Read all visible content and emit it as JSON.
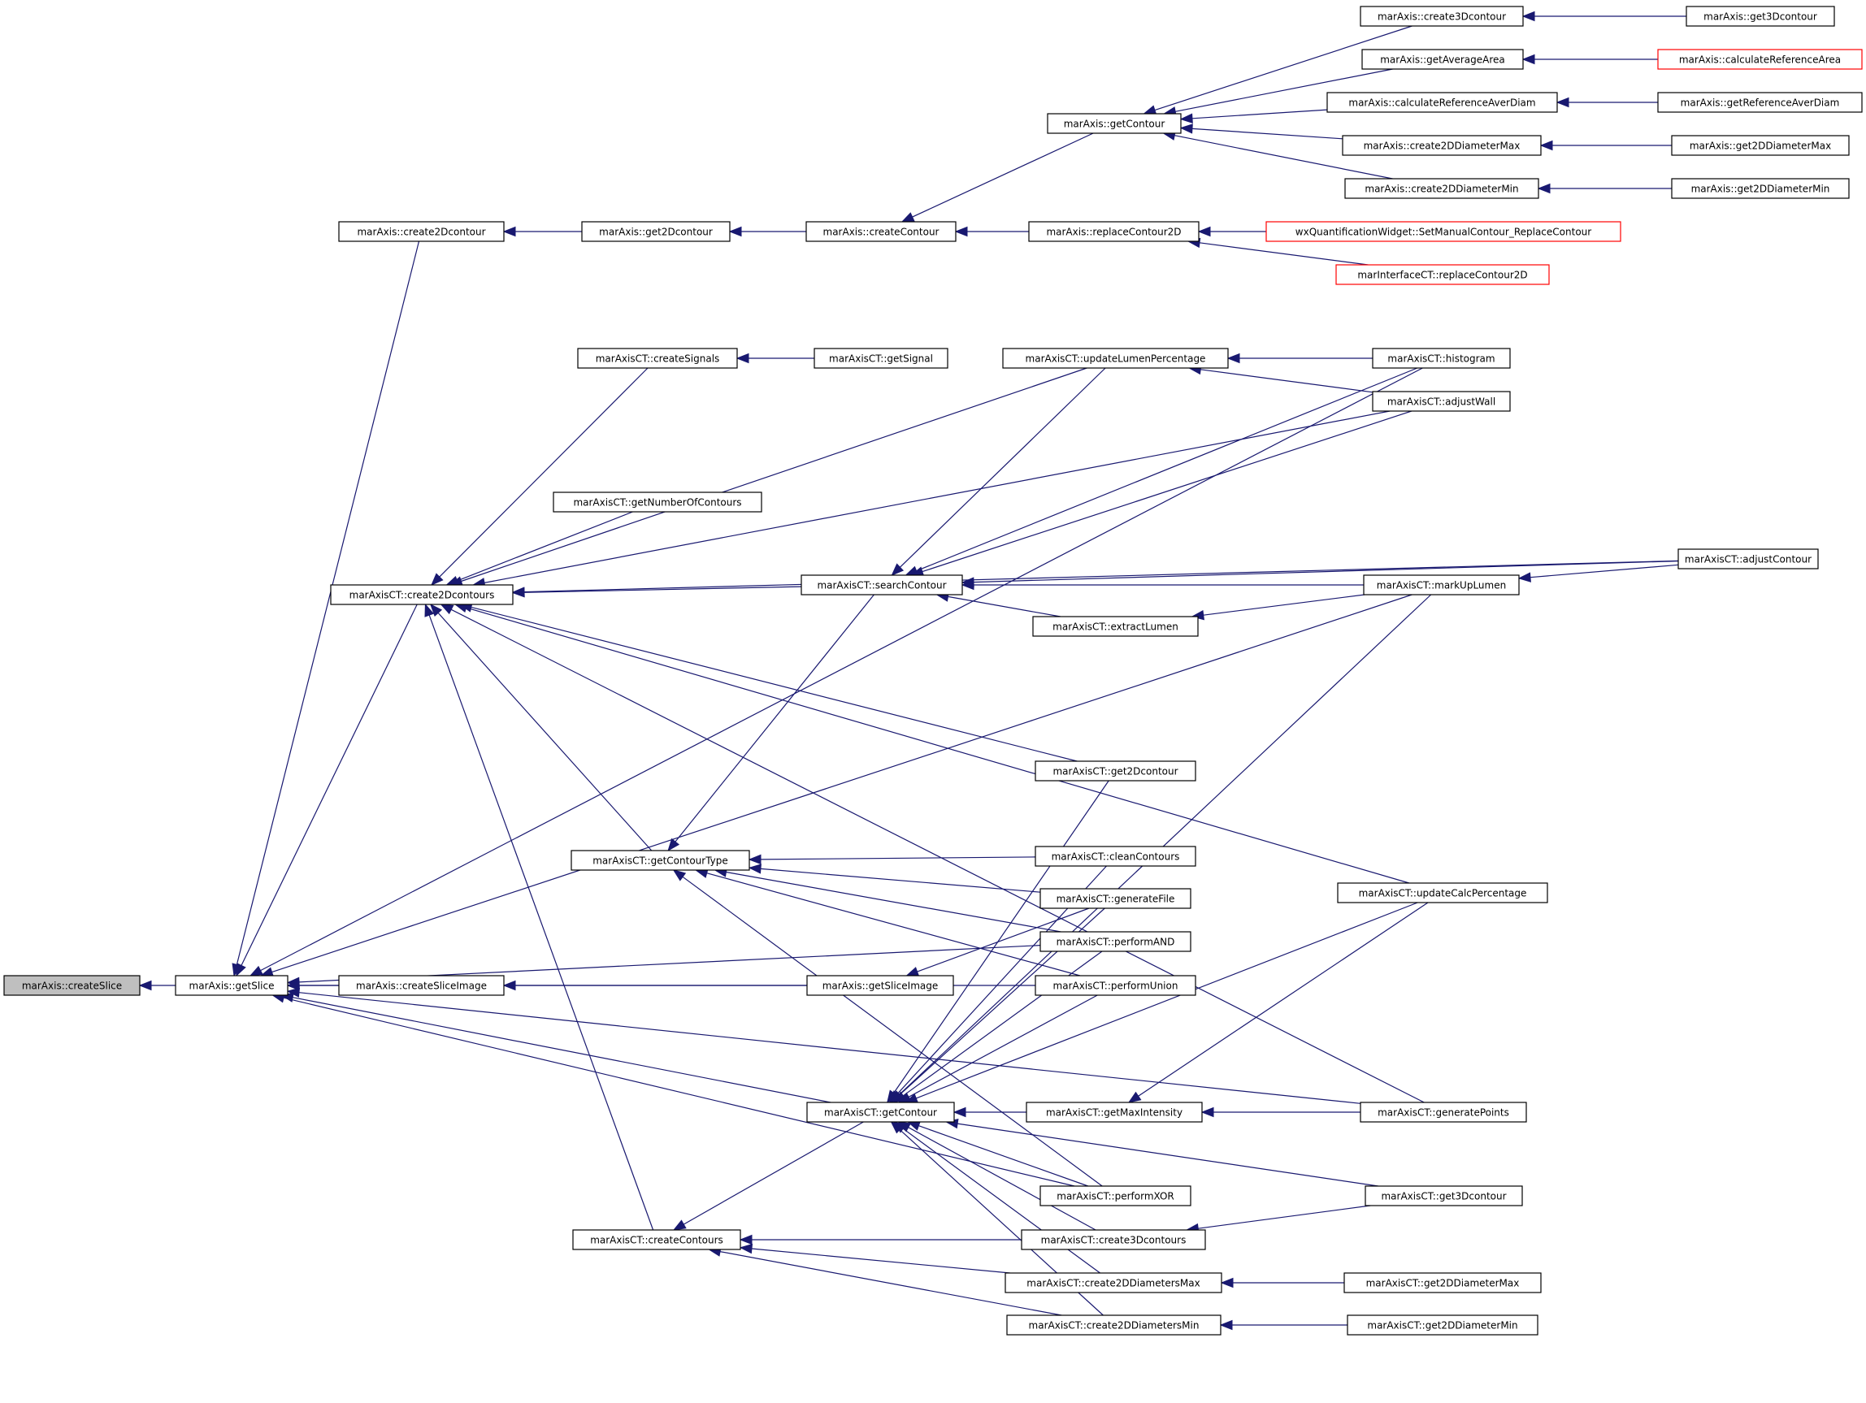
{
  "graph": {
    "colors": {
      "edge": "#191970",
      "root_fill": "#bfbfbf",
      "truncated_border": "#ff0000",
      "node_border": "#000000"
    },
    "nodes": [
      {
        "id": "createSlice",
        "label": "marAxis::createSlice",
        "root": true
      },
      {
        "id": "getSlice",
        "label": "marAxis::getSlice"
      },
      {
        "id": "create2Dcontour",
        "label": "marAxis::create2Dcontour"
      },
      {
        "id": "get2Dcontour",
        "label": "marAxis::get2Dcontour"
      },
      {
        "id": "createContour",
        "label": "marAxis::createContour"
      },
      {
        "id": "getContourA",
        "label": "marAxis::getContour"
      },
      {
        "id": "replaceContour2D",
        "label": "marAxis::replaceContour2D"
      },
      {
        "id": "create3Dcontour",
        "label": "marAxis::create3Dcontour"
      },
      {
        "id": "get3DcontourA",
        "label": "marAxis::get3Dcontour"
      },
      {
        "id": "getAverageArea",
        "label": "marAxis::getAverageArea"
      },
      {
        "id": "calculateReferenceArea",
        "label": "marAxis::calculateReferenceArea",
        "truncated": true
      },
      {
        "id": "calculateReferenceAverDiam",
        "label": "marAxis::calculateReferenceAverDiam"
      },
      {
        "id": "getReferenceAverDiam",
        "label": "marAxis::getReferenceAverDiam"
      },
      {
        "id": "create2DDiameterMax",
        "label": "marAxis::create2DDiameterMax"
      },
      {
        "id": "get2DDiameterMaxA",
        "label": "marAxis::get2DDiameterMax"
      },
      {
        "id": "create2DDiameterMin",
        "label": "marAxis::create2DDiameterMin"
      },
      {
        "id": "get2DDiameterMinA",
        "label": "marAxis::get2DDiameterMin"
      },
      {
        "id": "wxSetManual",
        "label": "wxQuantificationWidget::SetManualContour_ReplaceContour",
        "truncated": true
      },
      {
        "id": "marInterfaceReplace",
        "label": "marInterfaceCT::replaceContour2D",
        "truncated": true
      },
      {
        "id": "create2Dcontours",
        "label": "marAxisCT::create2Dcontours"
      },
      {
        "id": "createSignals",
        "label": "marAxisCT::createSignals"
      },
      {
        "id": "getSignal",
        "label": "marAxisCT::getSignal"
      },
      {
        "id": "updateLumenPercentage",
        "label": "marAxisCT::updateLumenPercentage"
      },
      {
        "id": "histogram",
        "label": "marAxisCT::histogram"
      },
      {
        "id": "adjustWall",
        "label": "marAxisCT::adjustWall"
      },
      {
        "id": "getNumberOfContours",
        "label": "marAxisCT::getNumberOfContours"
      },
      {
        "id": "searchContour",
        "label": "marAxisCT::searchContour"
      },
      {
        "id": "adjustContour",
        "label": "marAxisCT::adjustContour"
      },
      {
        "id": "markUpLumen",
        "label": "marAxisCT::markUpLumen"
      },
      {
        "id": "extractLumen",
        "label": "marAxisCT::extractLumen"
      },
      {
        "id": "get2DcontourCT",
        "label": "marAxisCT::get2Dcontour"
      },
      {
        "id": "getContourType",
        "label": "marAxisCT::getContourType"
      },
      {
        "id": "cleanContours",
        "label": "marAxisCT::cleanContours"
      },
      {
        "id": "generateFile",
        "label": "marAxisCT::generateFile"
      },
      {
        "id": "performAND",
        "label": "marAxisCT::performAND"
      },
      {
        "id": "performUnion",
        "label": "marAxisCT::performUnion"
      },
      {
        "id": "updateCalcPercentage",
        "label": "marAxisCT::updateCalcPercentage"
      },
      {
        "id": "createSliceImage",
        "label": "marAxis::createSliceImage"
      },
      {
        "id": "getSliceImage",
        "label": "marAxis::getSliceImage"
      },
      {
        "id": "getContourCT",
        "label": "marAxisCT::getContour"
      },
      {
        "id": "getMaxIntensity",
        "label": "marAxisCT::getMaxIntensity"
      },
      {
        "id": "generatePoints",
        "label": "marAxisCT::generatePoints"
      },
      {
        "id": "performXOR",
        "label": "marAxisCT::performXOR"
      },
      {
        "id": "get3DcontourCT",
        "label": "marAxisCT::get3Dcontour"
      },
      {
        "id": "createContours",
        "label": "marAxisCT::createContours"
      },
      {
        "id": "create3Dcontours",
        "label": "marAxisCT::create3Dcontours"
      },
      {
        "id": "create2DDiametersMax",
        "label": "marAxisCT::create2DDiametersMax"
      },
      {
        "id": "get2DDiameterMaxCT",
        "label": "marAxisCT::get2DDiameterMax"
      },
      {
        "id": "create2DDiametersMin",
        "label": "marAxisCT::create2DDiametersMin"
      },
      {
        "id": "get2DDiameterMinCT",
        "label": "marAxisCT::get2DDiameterMin"
      }
    ],
    "edges": [
      [
        "createSlice",
        "getSlice"
      ],
      [
        "getSlice",
        "create2Dcontour"
      ],
      [
        "create2Dcontour",
        "get2Dcontour"
      ],
      [
        "get2Dcontour",
        "createContour"
      ],
      [
        "createContour",
        "getContourA"
      ],
      [
        "createContour",
        "replaceContour2D"
      ],
      [
        "getContourA",
        "create3Dcontour"
      ],
      [
        "getContourA",
        "getAverageArea"
      ],
      [
        "getContourA",
        "calculateReferenceAverDiam"
      ],
      [
        "getContourA",
        "create2DDiameterMax"
      ],
      [
        "getContourA",
        "create2DDiameterMin"
      ],
      [
        "create3Dcontour",
        "get3DcontourA"
      ],
      [
        "getAverageArea",
        "calculateReferenceArea"
      ],
      [
        "calculateReferenceAverDiam",
        "getReferenceAverDiam"
      ],
      [
        "create2DDiameterMax",
        "get2DDiameterMaxA"
      ],
      [
        "create2DDiameterMin",
        "get2DDiameterMinA"
      ],
      [
        "replaceContour2D",
        "wxSetManual"
      ],
      [
        "replaceContour2D",
        "marInterfaceReplace"
      ],
      [
        "getSlice",
        "create2Dcontours"
      ],
      [
        "getSlice",
        "histogram"
      ],
      [
        "getSlice",
        "markUpLumen"
      ],
      [
        "getSlice",
        "createSliceImage"
      ],
      [
        "getSlice",
        "performAND"
      ],
      [
        "getSlice",
        "performUnion"
      ],
      [
        "getSlice",
        "performXOR"
      ],
      [
        "getSlice",
        "generatePoints"
      ],
      [
        "getSlice",
        "getContourCT"
      ],
      [
        "createSliceImage",
        "getSliceImage"
      ],
      [
        "create2Dcontours",
        "createSignals"
      ],
      [
        "createSignals",
        "getSignal"
      ],
      [
        "create2Dcontours",
        "updateLumenPercentage"
      ],
      [
        "create2Dcontours",
        "adjustWall"
      ],
      [
        "create2Dcontours",
        "getNumberOfContours"
      ],
      [
        "create2Dcontours",
        "get2DcontourCT"
      ],
      [
        "create2Dcontours",
        "searchContour"
      ],
      [
        "create2Dcontours",
        "adjustContour"
      ],
      [
        "create2Dcontours",
        "getContourType"
      ],
      [
        "create2Dcontours",
        "createContours"
      ],
      [
        "create2Dcontours",
        "updateCalcPercentage"
      ],
      [
        "create2Dcontours",
        "generatePoints"
      ],
      [
        "updateLumenPercentage",
        "histogram"
      ],
      [
        "updateLumenPercentage",
        "adjustWall"
      ],
      [
        "searchContour",
        "updateLumenPercentage"
      ],
      [
        "searchContour",
        "histogram"
      ],
      [
        "searchContour",
        "adjustWall"
      ],
      [
        "searchContour",
        "adjustContour"
      ],
      [
        "searchContour",
        "markUpLumen"
      ],
      [
        "searchContour",
        "extractLumen"
      ],
      [
        "extractLumen",
        "markUpLumen"
      ],
      [
        "markUpLumen",
        "adjustContour"
      ],
      [
        "getContourType",
        "searchContour"
      ],
      [
        "getContourType",
        "cleanContours"
      ],
      [
        "getContourType",
        "generateFile"
      ],
      [
        "getContourType",
        "performAND"
      ],
      [
        "getContourType",
        "performUnion"
      ],
      [
        "getContourType",
        "performXOR"
      ],
      [
        "getSliceImage",
        "generateFile"
      ],
      [
        "getContourCT",
        "get2DcontourCT"
      ],
      [
        "getContourCT",
        "cleanContours"
      ],
      [
        "getContourCT",
        "generateFile"
      ],
      [
        "getContourCT",
        "performAND"
      ],
      [
        "getContourCT",
        "performUnion"
      ],
      [
        "getContourCT",
        "markUpLumen"
      ],
      [
        "getContourCT",
        "updateCalcPercentage"
      ],
      [
        "getContourCT",
        "getMaxIntensity"
      ],
      [
        "getContourCT",
        "performXOR"
      ],
      [
        "getContourCT",
        "get3DcontourCT"
      ],
      [
        "getContourCT",
        "create3Dcontours"
      ],
      [
        "getContourCT",
        "create2DDiametersMax"
      ],
      [
        "getContourCT",
        "create2DDiametersMin"
      ],
      [
        "getMaxIntensity",
        "generatePoints"
      ],
      [
        "getMaxIntensity",
        "updateCalcPercentage"
      ],
      [
        "createContours",
        "getContourCT"
      ],
      [
        "createContours",
        "create3Dcontours"
      ],
      [
        "createContours",
        "create2DDiametersMax"
      ],
      [
        "createContours",
        "create2DDiametersMin"
      ],
      [
        "create3Dcontours",
        "get3DcontourCT"
      ],
      [
        "create2DDiametersMax",
        "get2DDiameterMaxCT"
      ],
      [
        "create2DDiametersMin",
        "get2DDiameterMinCT"
      ]
    ]
  }
}
